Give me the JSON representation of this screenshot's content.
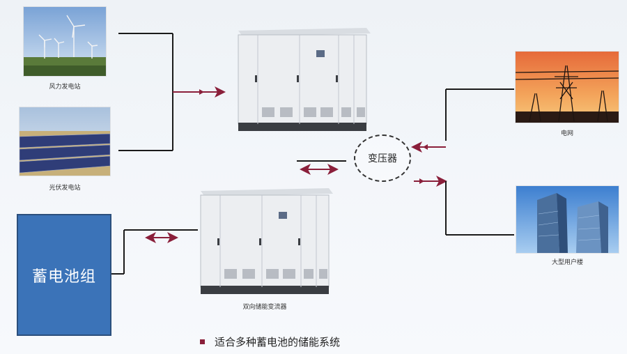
{
  "captions": {
    "wind": "风力发电站",
    "solar": "光伏发电站",
    "grid": "电网",
    "building": "大型用户楼",
    "converter": "双向储能变流器"
  },
  "battery": {
    "label": "蓄电池组"
  },
  "transformer": {
    "label": "变压器"
  },
  "footer": {
    "title": "适合多种蓄电池的储能系统"
  },
  "colors": {
    "arrow": "#8a1f3a",
    "battery": "#3b73b8",
    "line": "#1a1a1a"
  }
}
